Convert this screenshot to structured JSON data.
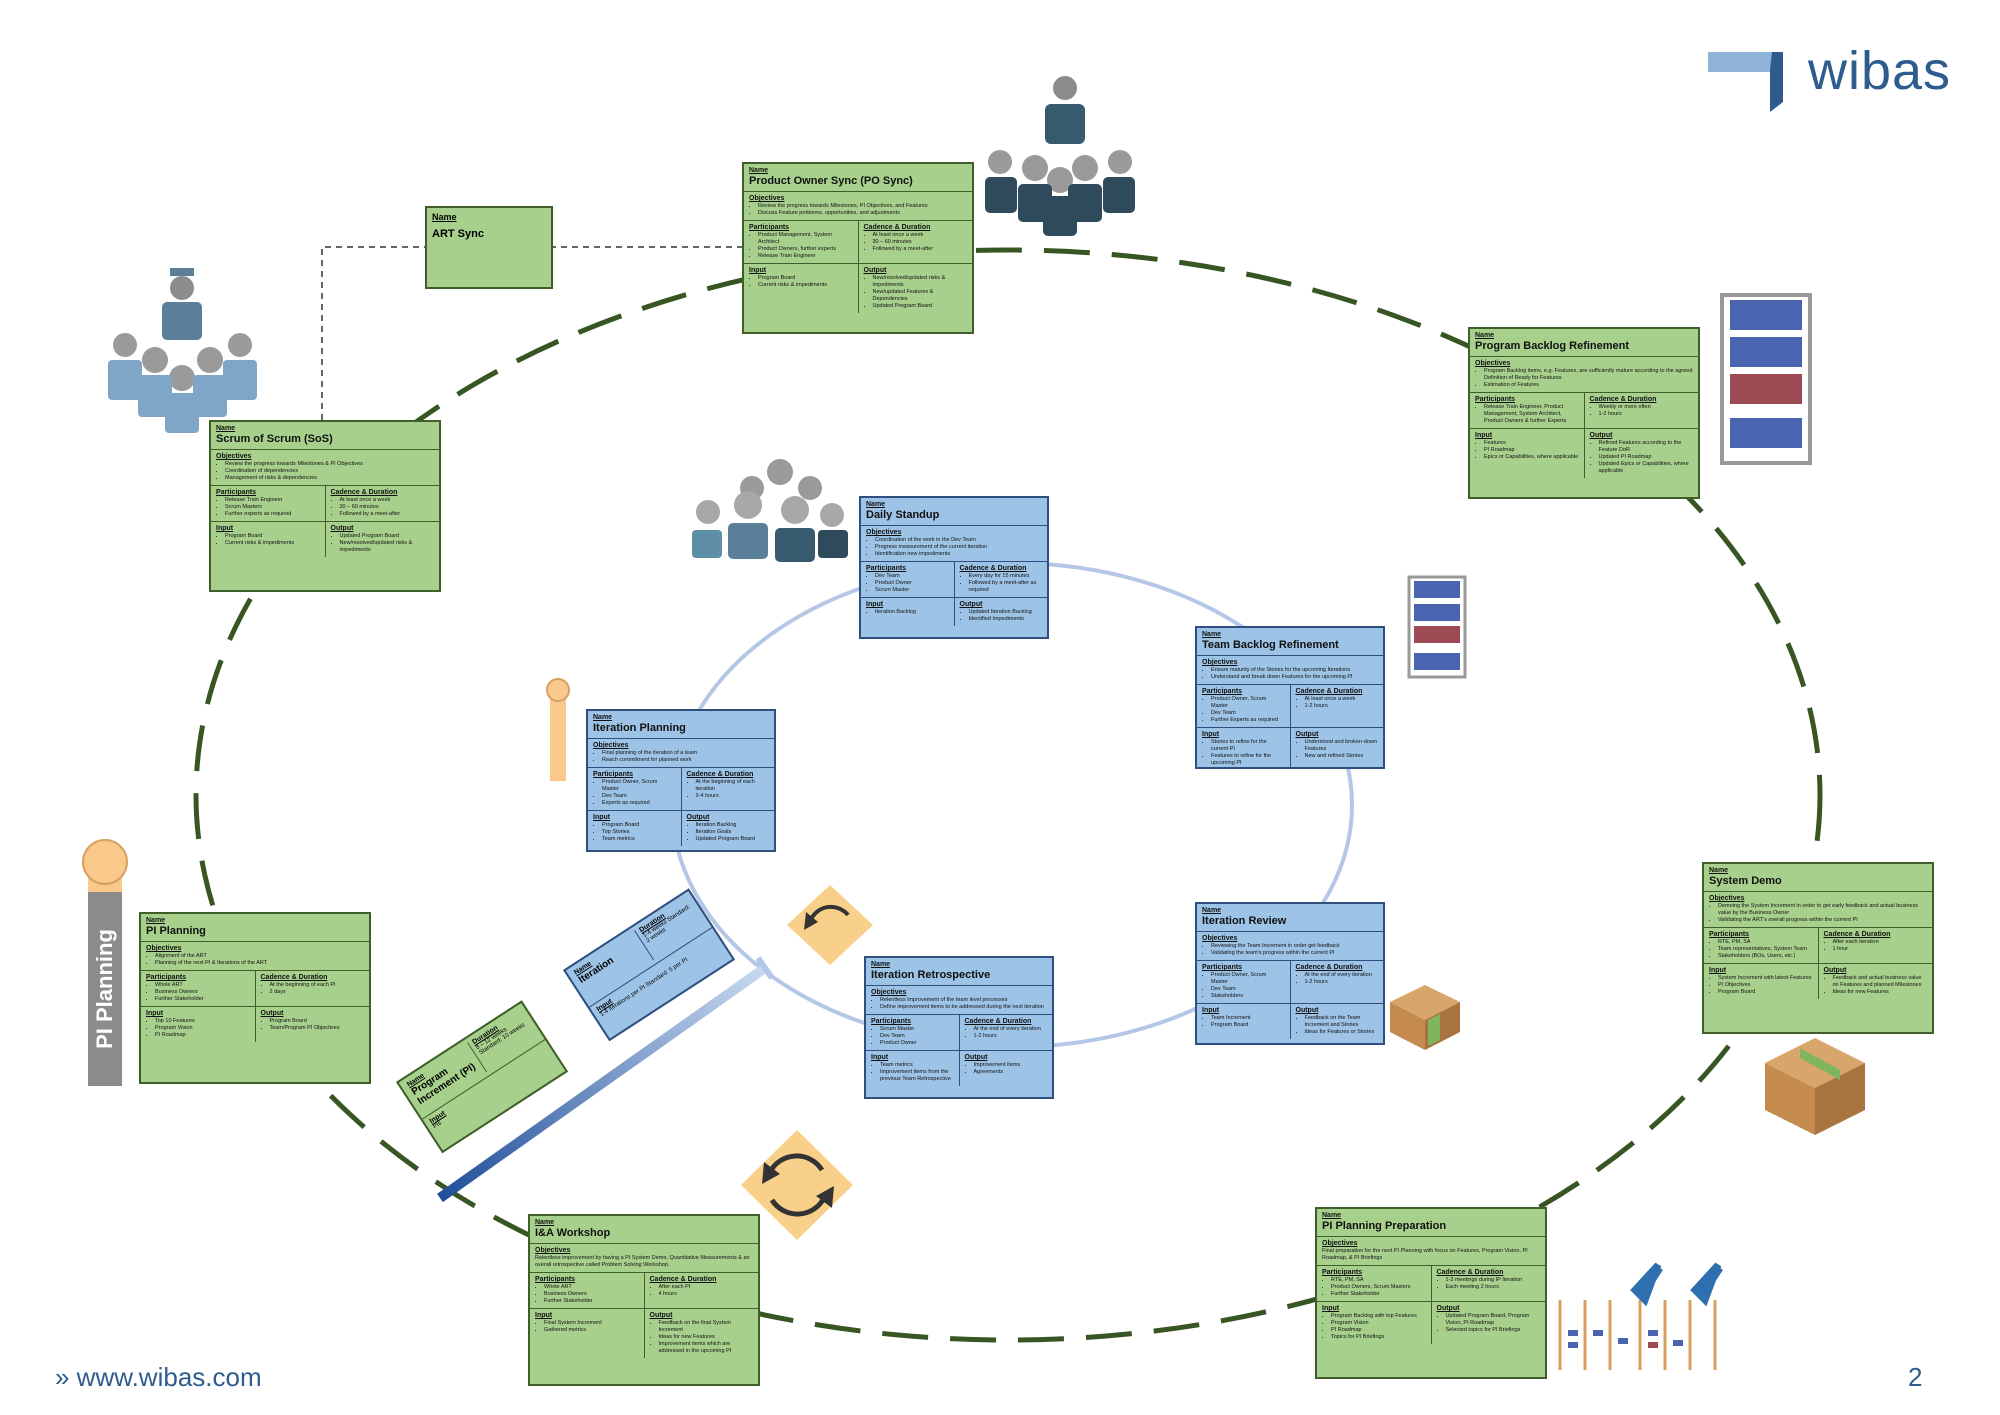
{
  "brand": {
    "name": "wibas",
    "url": "» www.wibas.com",
    "page_number": "2",
    "color": "#2e5c8e"
  },
  "colors": {
    "green_card": "#a8d08d",
    "blue_card": "#9dc3e6",
    "dash_green": "#375623",
    "inner_ring": "#b4c7e7"
  },
  "pi_planning_label": "PI Planning",
  "art_sync": {
    "name_label": "Name",
    "title": "ART Sync"
  },
  "cards": {
    "po_sync": {
      "title": "Product Owner Sync (PO Sync)",
      "objectives": [
        "Review the progress towards Milestones, PI Objectives, and Features",
        "Discuss Feature problems, opportunities, and adjustments"
      ],
      "participants": [
        "Product Management, System Architect",
        "Product Owners, further experts",
        "Release Train Engineer"
      ],
      "cadence": [
        "At least once a week",
        "30 – 60 minutes",
        "Followed by a meet-after"
      ],
      "input": [
        "Program Board",
        "Current risks & impediments"
      ],
      "output": [
        "New/resolved/updated risks & impediments",
        "New/updated Features & Dependencies",
        "Updated Program Board"
      ]
    },
    "sos": {
      "title": "Scrum of Scrum (SoS)",
      "objectives": [
        "Review the progress towards Milestones & PI Objectives",
        "Coordination of dependencies",
        "Management of risks & dependencies"
      ],
      "participants": [
        "Release Train Engineer",
        "Scrum Masters",
        "Further experts as required"
      ],
      "cadence": [
        "At least once a week",
        "30 – 60 minutes",
        "Followed by a meet-after"
      ],
      "input": [
        "Program Board",
        "Current risks & impediments"
      ],
      "output": [
        "Updated Program Board",
        "New/resolved/updated risks & impediments"
      ]
    },
    "pbr": {
      "title": "Program Backlog Refinement",
      "objectives": [
        "Program Backlog items, e.g. Features, are sufficiently mature according to the agreed Definition of Ready for Features",
        "Estimation of Features"
      ],
      "participants": [
        "Release Train Engineer, Product Management, System Architect, Product Owners & further Experts"
      ],
      "cadence": [
        "Weekly or more often",
        "1-2 hours"
      ],
      "input": [
        "Features",
        "PI Roadmap",
        "Epics or Capabilities, where applicable"
      ],
      "output": [
        "Refined Features according to the Feature DoR",
        "Updated PI Roadmap",
        "Updated Epics or Capabilities, where applicable"
      ]
    },
    "daily": {
      "title": "Daily Standup",
      "objectives": [
        "Coordination of the work in the Dev Team",
        "Progress measurement of the current iteration",
        "Identification new impediments"
      ],
      "participants": [
        "Dev Team",
        "Product Owner",
        "Scrum Master"
      ],
      "cadence": [
        "Every day for 15 minutes",
        "Followed by a meet-after as required"
      ],
      "input": [
        "Iteration Backlog"
      ],
      "output": [
        "Updated Iteration Backlog",
        "Identified Impediments"
      ]
    },
    "tbr": {
      "title": "Team Backlog Refinement",
      "objectives": [
        "Ensure maturity of the Stories for the upcoming Iterations",
        "Understand and break down Features for the upcoming PI"
      ],
      "participants": [
        "Product Owner, Scrum Master",
        "Dev Team",
        "Further Experts as required"
      ],
      "cadence": [
        "At least once a week",
        "1-2 hours"
      ],
      "input": [
        "Stories to refine for the current PI",
        "Features to refine for the upcoming PI"
      ],
      "output": [
        "Understood and broken-down Features",
        "New and refined Stories"
      ]
    },
    "ip": {
      "title": "Iteration Planning",
      "objectives": [
        "Final planning of the iteration of a team",
        "Reach commitment for planned work"
      ],
      "participants": [
        "Product Owner, Scrum Master",
        "Dev Team",
        "Experts as required"
      ],
      "cadence": [
        "At the beginning of each iteration",
        "2-4 hours"
      ],
      "input": [
        "Program Board",
        "Top Stories",
        "Team metrics"
      ],
      "output": [
        "Iteration Backlog",
        "Iteration Goals",
        "Updated Program Board"
      ]
    },
    "ir": {
      "title": "Iteration Review",
      "objectives": [
        "Reviewing the Team Increment in order get feedback",
        "Validating the team's progress within the current PI"
      ],
      "participants": [
        "Product Owner, Scrum Master",
        "Dev Team",
        "Stakeholders"
      ],
      "cadence": [
        "At the end of every iteration",
        "1-2 hours"
      ],
      "input": [
        "Team Increment",
        "Program Board"
      ],
      "output": [
        "Feedback on the Team Increment and Stories",
        "Ideas for Features or Stories"
      ]
    },
    "iretro": {
      "title": "Iteration Retrospective",
      "objectives": [
        "Relentless improvement of the team level processes",
        "Define improvement items to be addressed during the next iteration"
      ],
      "participants": [
        "Scrum Master",
        "Dev Team",
        "Product Owner"
      ],
      "cadence": [
        "At the end of every iteration",
        "1-2 hours"
      ],
      "input": [
        "Team metrics",
        "Improvement items from the previous Team Retrospective"
      ],
      "output": [
        "Improvement items",
        "Agreements"
      ]
    },
    "sd": {
      "title": "System Demo",
      "objectives": [
        "Demoing the System Increment in order to get early feedback and actual business value by the Business Owner",
        "Validating the ART's overall progress within the current PI"
      ],
      "participants": [
        "RTE, PM, SA",
        "Team representatives, System Team",
        "Stakeholders (BOs, Users, etc.)"
      ],
      "cadence": [
        "After each iteration",
        "1 hour"
      ],
      "input": [
        "System Increment with latest Features",
        "PI Objectives",
        "Program Board"
      ],
      "output": [
        "Feedback and actual business value on Features and planned Milestones",
        "Ideas for new Features"
      ]
    },
    "pip": {
      "title": "PI Planning",
      "objectives": [
        "Alignment of the ART",
        "Planning of the next PI & Iterations of the ART"
      ],
      "participants": [
        "Whole ART",
        "Business Owners",
        "Further Stakeholder"
      ],
      "cadence": [
        "At the beginning of each PI",
        "2 days"
      ],
      "input": [
        "Top 10 Features",
        "Program Vision",
        "PI Roadmap"
      ],
      "output": [
        "Program Board",
        "Team/Program PI Objectives"
      ]
    },
    "ia": {
      "title": "I&A Workshop",
      "objectives_text": "Relentless improvement by having a PI System Demo, Quantitative Measurements & an overall retrospective called Problem Solving Workshop.",
      "participants": [
        "Whole ART",
        "Business Owners",
        "Further Stakeholder"
      ],
      "cadence": [
        "After each PI",
        "4 hours"
      ],
      "input": [
        "Final System Increment",
        "Gathered metrics"
      ],
      "output": [
        "Feedback on the final System Increment",
        "Ideas for new Features",
        "Improvement items which are addressed in the upcoming PI"
      ]
    },
    "pipp": {
      "title": "PI Planning Preparation",
      "objectives_text": "Final preparation for the next PI Planning with focus on Features, Program Vision, PI Roadmap, & PI Briefings",
      "participants": [
        "RTE, PM, SA",
        "Product Owners, Scrum Masters",
        "Further Stakeholder"
      ],
      "cadence": [
        "1-2 meetings during IP Iteration",
        "Each meeting 2 hours"
      ],
      "input": [
        "Program Backlog with top Features",
        "Program Vision",
        "PI Roadmap",
        "Topics for PI Briefings"
      ],
      "output": [
        "Updated Program Board, Program Vision, PI Roadmap",
        "Selected topics for PI Briefings"
      ]
    }
  },
  "labels": {
    "name": "Name",
    "objectives": "Objectives",
    "participants": "Participants",
    "cadence": "Cadence & Duration",
    "input": "Input",
    "output": "Output",
    "duration": "Duration"
  },
  "rotated": {
    "pi": {
      "title": "Program Increment (PI)",
      "duration": "8 – 12 weeks Standard: 10 weeks",
      "input": "Input",
      "input_value": "PIs"
    },
    "iteration": {
      "title": "Iteration",
      "duration": "1-4 weeks Standard: 2 weeks",
      "input": "Input",
      "input_value": "1-4 Iterations per PI Standard: 5 per PI"
    }
  }
}
